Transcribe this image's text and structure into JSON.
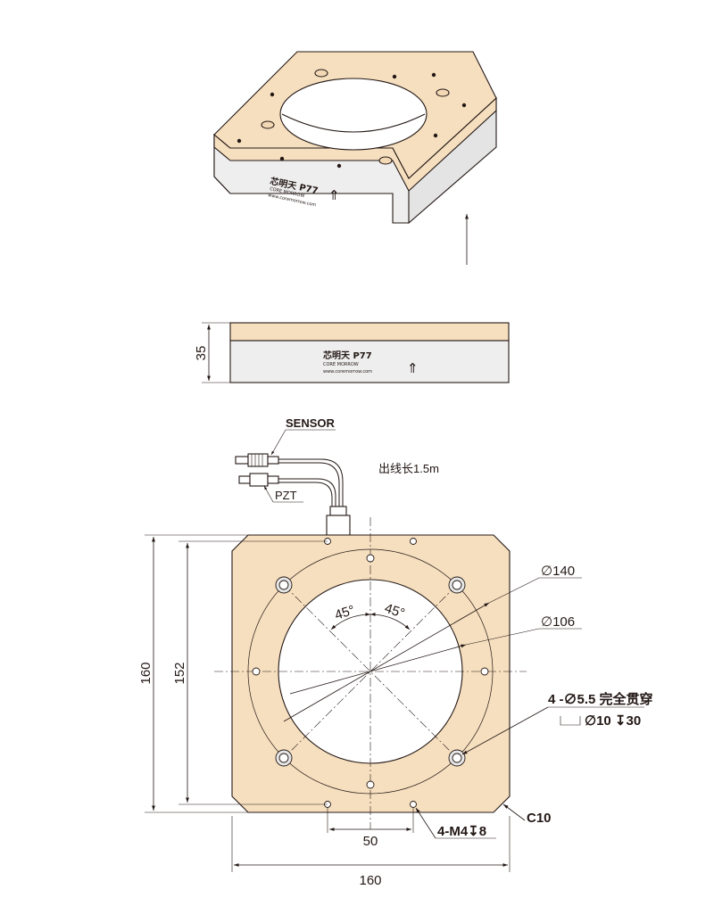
{
  "colors": {
    "body_fill": "#f6dfbf",
    "side_fill": "#eeeeee",
    "hole_fill": "#ffffff",
    "line": "#231815"
  },
  "iso_view": {
    "brand_text": "芯明天 P77",
    "brand_sub": "CORE MORROW",
    "website": "www.coremorrow.com",
    "arrow_glyph": "⇑"
  },
  "side_view": {
    "height_dim": "35",
    "brand_text": "芯明天 P77",
    "brand_sub": "CORE MORROW",
    "website": "www.coremorrow.com",
    "arrow_glyph": "⇑"
  },
  "cable": {
    "sensor_label": "SENSOR",
    "pzt_label": "PZT",
    "length_note": "出线长1.5m"
  },
  "top_view": {
    "outer_height_dim": "160",
    "hole_spacing_dim": "152",
    "width_dim": "160",
    "m4_spacing_dim": "50",
    "angle_left": "45°",
    "angle_right": "45°",
    "outer_circle_dim": "∅140",
    "inner_circle_dim": "∅106",
    "through_hole_note": "4 -∅5.5 完全贯穿",
    "counterbore_note": "∅10 ↧30",
    "tapped_hole_note": "4-M4↧8",
    "chamfer_note": "C10"
  }
}
